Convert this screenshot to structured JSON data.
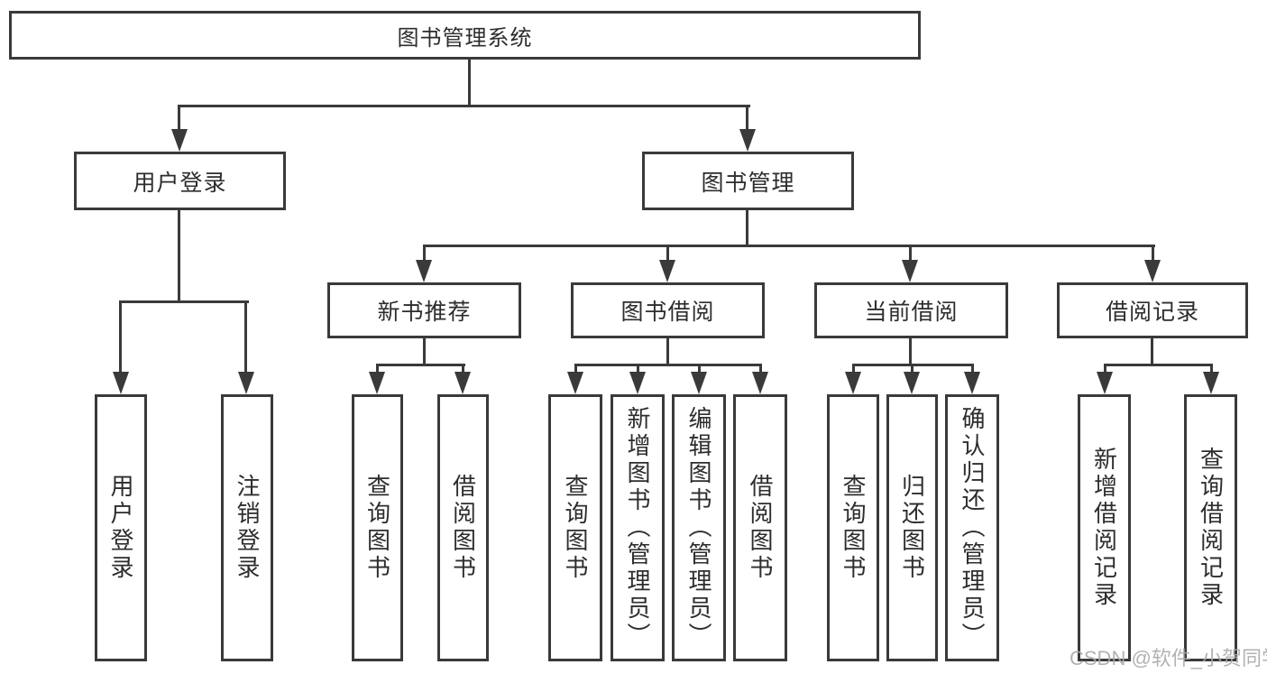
{
  "diagram": {
    "background": "#ffffff",
    "line_color": "#3a3a3a",
    "text_color": "#2d2d2d",
    "watermark": "CSDN @软件_小贺同学",
    "watermark_color": "#aaaaaa"
  },
  "nodes": {
    "root": {
      "label": "图书管理系统"
    },
    "userLogin": {
      "label": "用户登录"
    },
    "bookMgmt": {
      "label": "图书管理"
    },
    "newBooks": {
      "label": "新书推荐"
    },
    "bookBorrow": {
      "label": "图书借阅"
    },
    "currentBorrow": {
      "label": "当前借阅"
    },
    "borrowRecords": {
      "label": "借阅记录"
    },
    "leafUserLogin": {
      "label": "用户登录"
    },
    "leafLogout": {
      "label": "注销登录"
    },
    "nbQuery": {
      "label": "查询图书"
    },
    "nbBorrow": {
      "label": "借阅图书"
    },
    "bbQuery": {
      "label": "查询图书"
    },
    "bbAdd": {
      "label": "新增图书（管理员）"
    },
    "bbEdit": {
      "label": "编辑图书（管理员）"
    },
    "bbBorrow": {
      "label": "借阅图书"
    },
    "cbQuery": {
      "label": "查询图书"
    },
    "cbReturn": {
      "label": "归还图书"
    },
    "cbConfirm": {
      "label": "确认归还（管理员）"
    },
    "brAdd": {
      "label": "新增借阅记录"
    },
    "brQuery": {
      "label": "查询借阅记录"
    }
  },
  "tree": {
    "图书管理系统": {
      "用户登录": [
        "用户登录",
        "注销登录"
      ],
      "图书管理": {
        "新书推荐": [
          "查询图书",
          "借阅图书"
        ],
        "图书借阅": [
          "查询图书",
          "新增图书（管理员）",
          "编辑图书（管理员）",
          "借阅图书"
        ],
        "当前借阅": [
          "查询图书",
          "归还图书",
          "确认归还（管理员）"
        ],
        "借阅记录": [
          "新增借阅记录",
          "查询借阅记录"
        ]
      }
    }
  }
}
